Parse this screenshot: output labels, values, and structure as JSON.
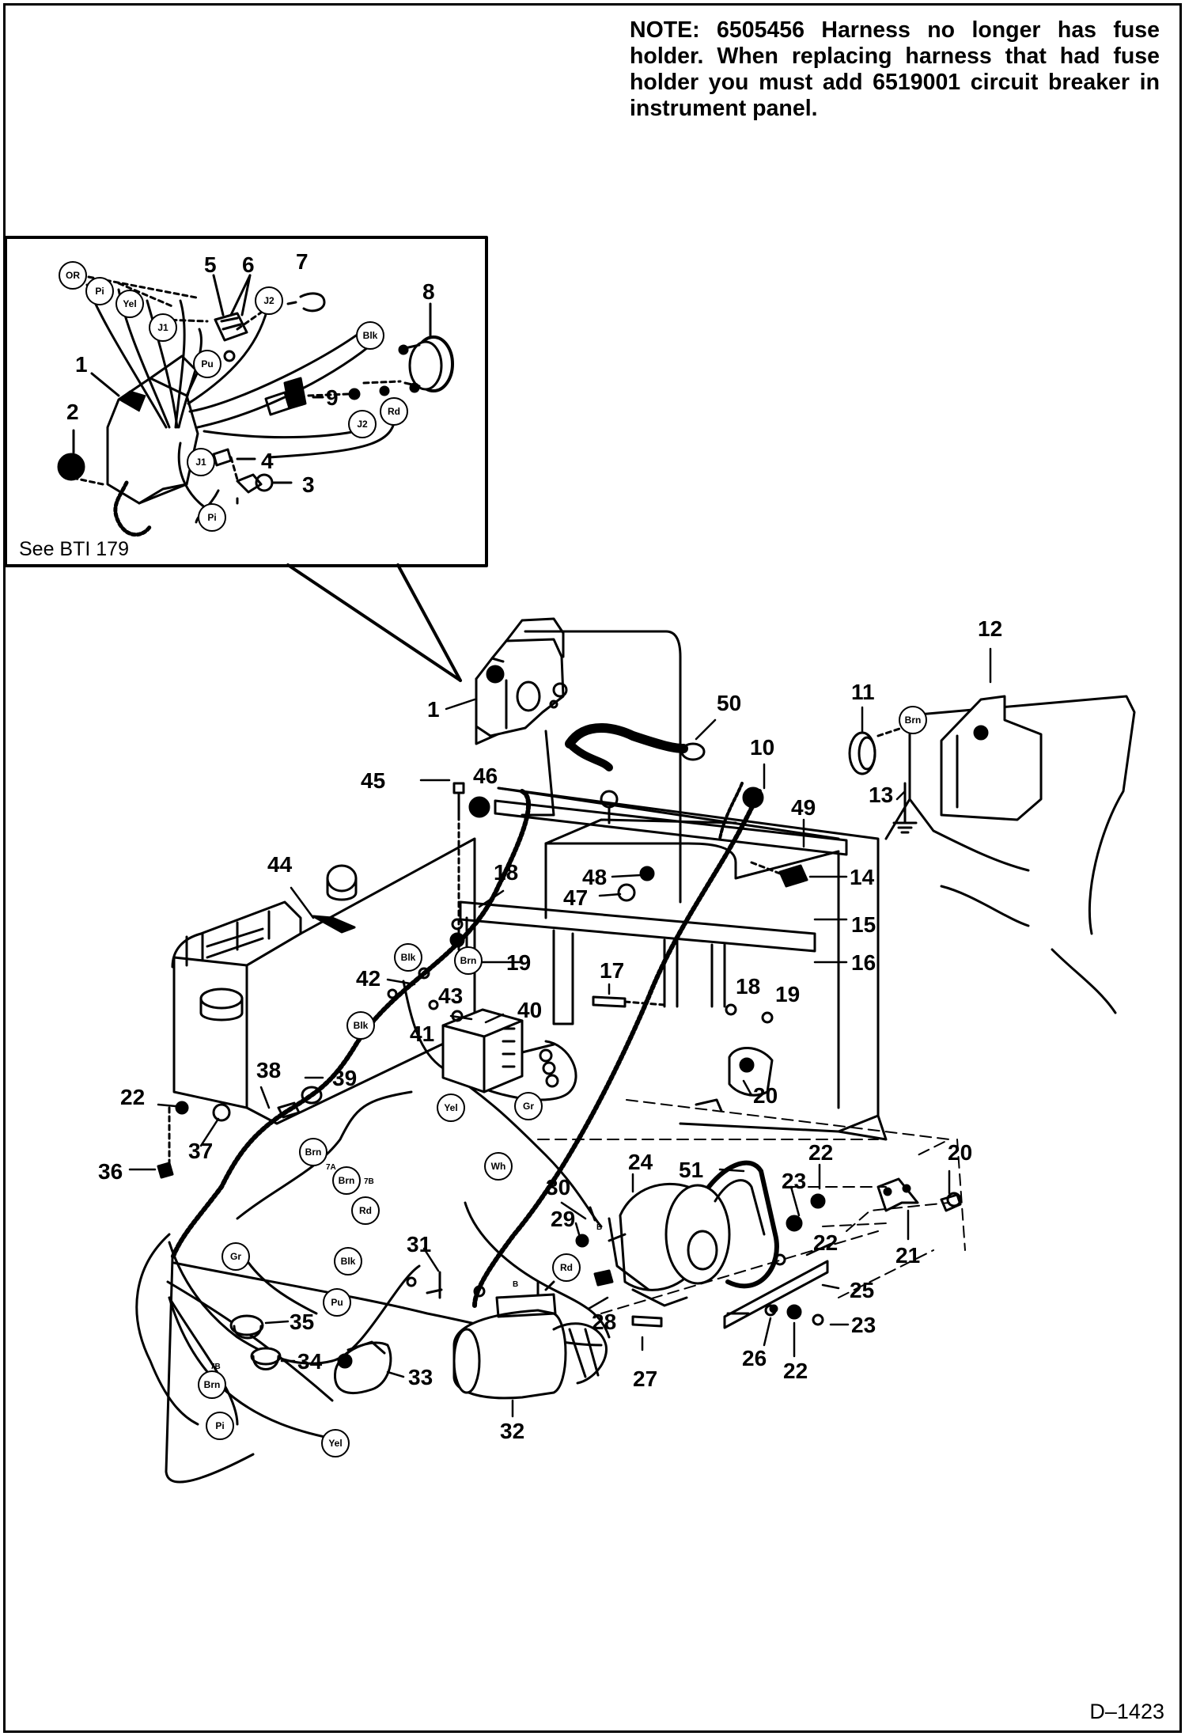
{
  "note": {
    "text": "NOTE:  6505456 Harness no longer has fuse holder. When replacing harness that had fuse holder you must add 6519001 circuit breaker in instrument panel."
  },
  "inset": {
    "reference": "See BTI 179",
    "callouts": [
      "1",
      "2",
      "3",
      "4",
      "5",
      "6",
      "7",
      "8",
      "9"
    ],
    "wire_tags": [
      "OR",
      "Pi",
      "Yel",
      "J1",
      "J2",
      "Pu",
      "Blk",
      "Rd",
      "J2",
      "J1",
      "Pi"
    ]
  },
  "main": {
    "callouts": [
      "1",
      "50",
      "12",
      "11",
      "10",
      "45",
      "46",
      "49",
      "13",
      "44",
      "48",
      "14",
      "18",
      "47",
      "15",
      "16",
      "19",
      "42",
      "17",
      "43",
      "41",
      "40",
      "18",
      "19",
      "38",
      "39",
      "20",
      "22",
      "37",
      "36",
      "24",
      "51",
      "22",
      "20",
      "23",
      "30",
      "29",
      "21",
      "31",
      "22",
      "25",
      "35",
      "28",
      "27",
      "32",
      "34",
      "33",
      "26",
      "22",
      "23"
    ],
    "wire_tags": [
      "Brn",
      "Blk",
      "Brn",
      "Blk",
      "Yel",
      "Gr",
      "Wh",
      "Brn",
      "Brn",
      "Rd",
      "Blk",
      "Rd",
      "Gr",
      "Pu",
      "Brn",
      "Pi",
      "Yel"
    ],
    "wire_tag_numbers": [
      "7A",
      "7B",
      "7B",
      "B",
      "B"
    ]
  },
  "footer": {
    "doc_id": "D–1423"
  },
  "colors": {
    "ink": "#000000",
    "paper": "#ffffff"
  }
}
